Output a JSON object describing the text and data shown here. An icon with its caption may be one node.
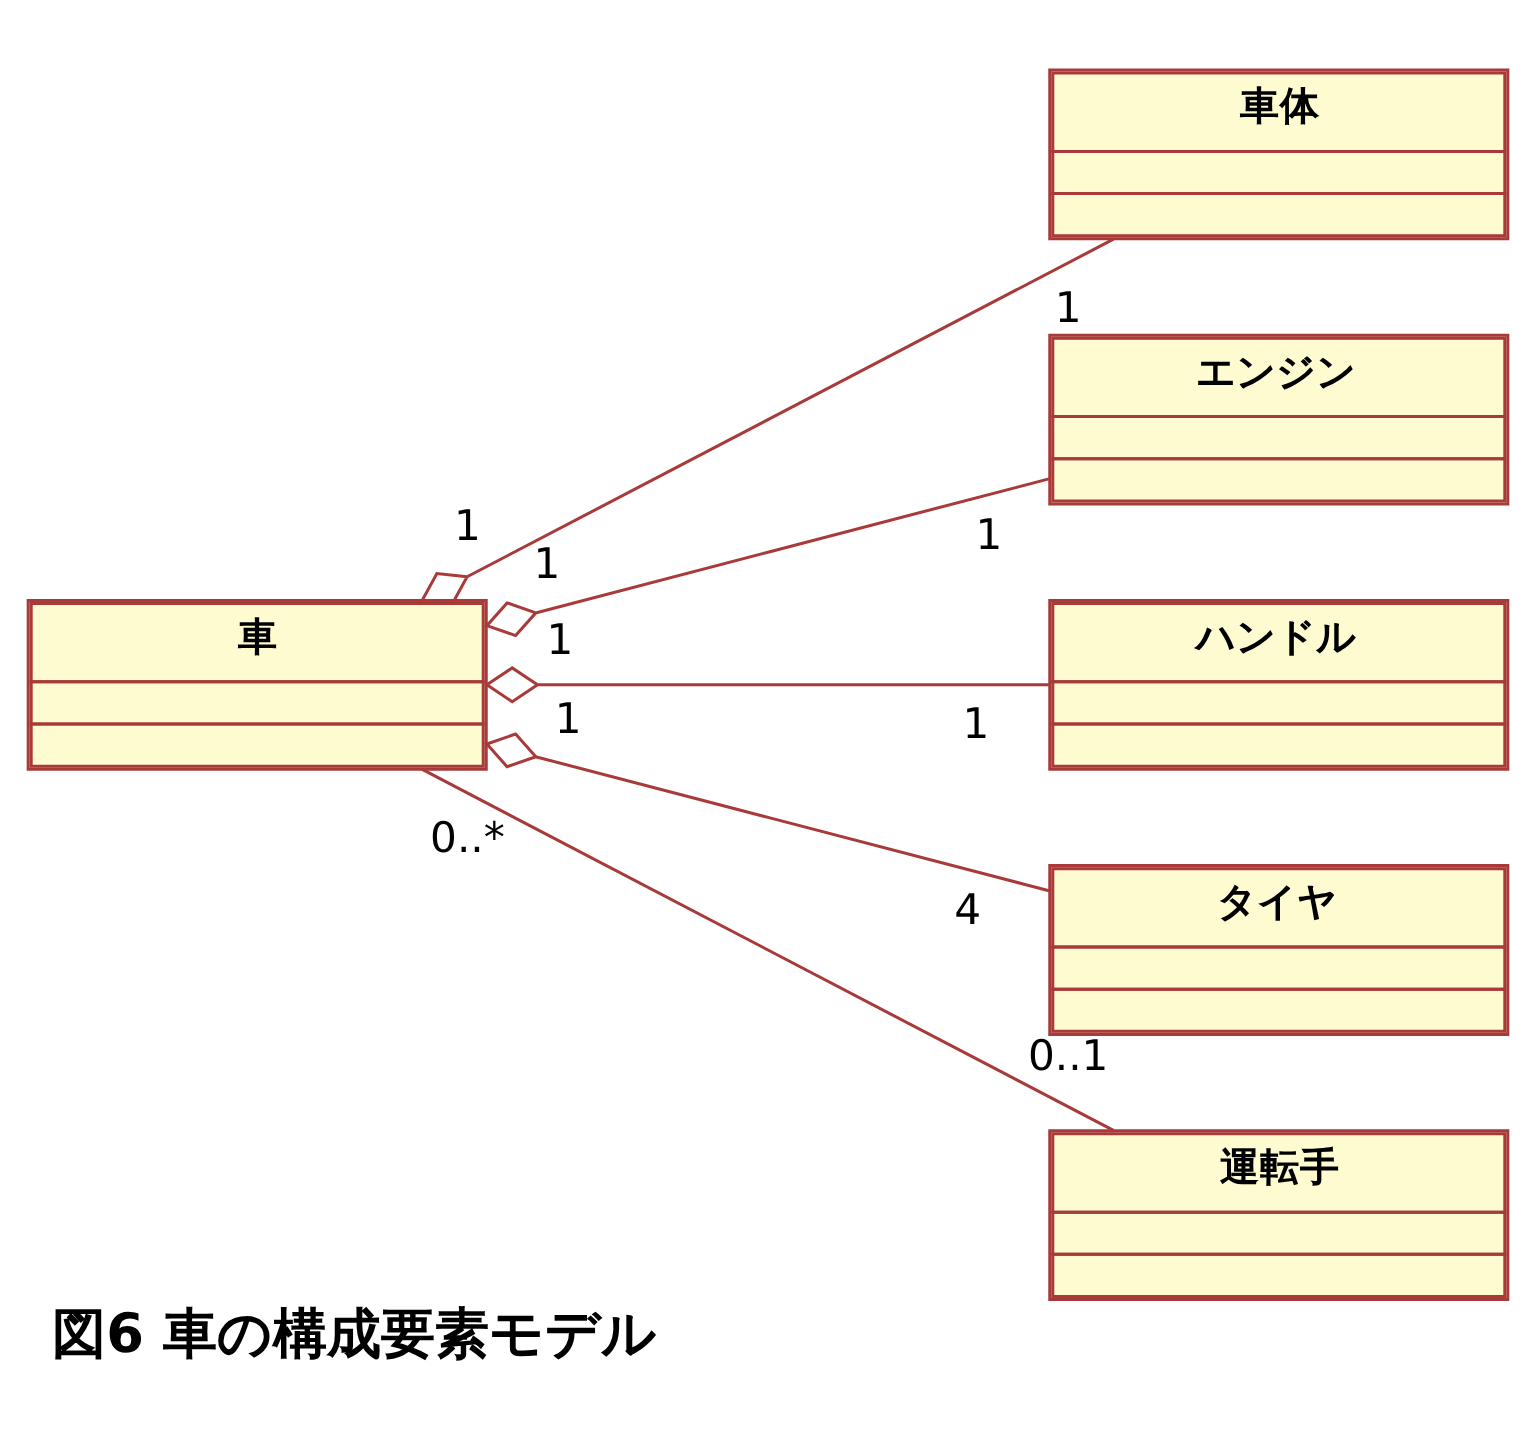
{
  "diagram": {
    "caption": "図6 車の構成要素モデル",
    "nodes": [
      {
        "text": [
          "車"
        ]
      },
      {
        "text": [
          "車体"
        ]
      },
      {
        "text": [
          "エンジン"
        ]
      },
      {
        "text": [
          "ハンドル"
        ]
      },
      {
        "text": [
          "タイヤ"
        ]
      },
      {
        "text": [
          "運転手"
        ]
      }
    ],
    "edges": [
      {
        "from": 0,
        "to": 1,
        "arrow": "other"
      },
      {
        "from": 0,
        "to": 2,
        "arrow": "other"
      },
      {
        "from": 0,
        "to": 3,
        "arrow": "other"
      },
      {
        "from": 0,
        "to": 4,
        "arrow": "other"
      },
      {
        "from": 0,
        "to": 5,
        "arrow": "none"
      }
    ],
    "labels": [
      "1",
      "1",
      "1",
      "1",
      "1",
      "1",
      "1",
      "4",
      "0..*",
      "0..1"
    ]
  }
}
